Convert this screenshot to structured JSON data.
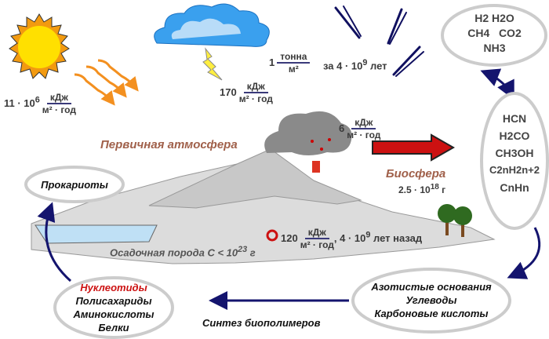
{
  "sun_energy": {
    "value": "11 · 10",
    "exp": "6",
    "num": "кДж",
    "den": "м² · год"
  },
  "lightning_energy": {
    "value": "170",
    "num": "кДж",
    "den": "м² · год"
  },
  "meteor_mass": {
    "value": "1",
    "num": "тонна",
    "den": "м²",
    "period": "за 4 · 10",
    "period_exp": "9",
    "period_unit": " лет"
  },
  "gases": [
    "H2",
    "H2O",
    "CH4",
    "CO2",
    "NH3"
  ],
  "primary_atmosphere": "Первичная атмосфера",
  "volcano_energy": {
    "value": "6",
    "num": "кДж",
    "den": "м² · год"
  },
  "biosphere": {
    "label": "Биосфера",
    "mass": "2.5 · 10",
    "exp": "18",
    "unit": " г"
  },
  "organics": [
    "HCN",
    "H2CO",
    "CH3OH",
    "C2nH2n+2",
    "CnHn"
  ],
  "sediment": {
    "label": "Осадочная порода С < 10",
    "exp": "23",
    "unit": " г"
  },
  "radioactive_energy": {
    "value": "120",
    "num": "кДж",
    "den": "м² · год",
    "age": ", 4 · 10",
    "age_exp": "9",
    "age_unit": " лет назад"
  },
  "prokaryotes": "Прокариоты",
  "biopolymers": {
    "first": "Нуклеотиды",
    "rest": [
      "Полисахариды",
      "Аминокислоты",
      "Белки"
    ]
  },
  "monomers": [
    "Азотистые основания",
    "Углеводы",
    "Карбоновые кислоты"
  ],
  "synthesis": "Синтез биополимеров",
  "colors": {
    "accent_red": "#cc1111",
    "brown": "#a0604a",
    "navy": "#14146e"
  }
}
